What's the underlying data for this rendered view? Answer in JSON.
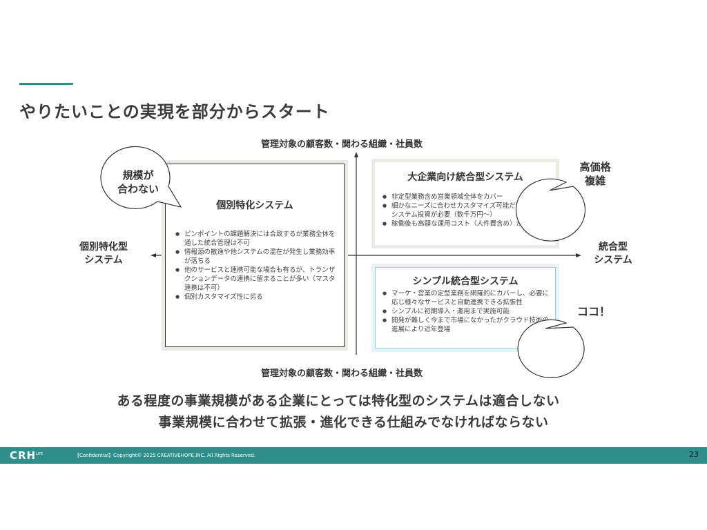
{
  "slide": {
    "title": "やりたいことの実現を部分からスタート",
    "axis_top": "管理対象の顧客数・関わる組織・社員数",
    "axis_bottom": "管理対象の顧客数・関わる組織・社員数",
    "left_label": [
      "個別特化型",
      "システム"
    ],
    "right_label": [
      "統合型",
      "システム"
    ]
  },
  "quadrants": {
    "left": {
      "title": "個別特化システム",
      "bullets": [
        "ピンポイントの課題解決には合致するが業務全体を通した統合管理は不可",
        "情報源の散逸や他システムの混在が発生し業務効率が落ちる",
        "他のサービスと連携可能な場合も有るが、トランザクションデータの連携に留まることが多い（マスタ連携は不可）",
        "個別カスタマイズ性に劣る"
      ]
    },
    "top_right": {
      "title": "大企業向け統合型システム",
      "bullets": [
        "非定型業務含め営業領域全体をカバー",
        "細かなニーズに合わせカスタマイズ可能だが、高額なシステム投資が必要（数千万円〜）",
        "稼働後も高額な運用コスト（人件費含め）が発生"
      ]
    },
    "bottom_right": {
      "title": "シンプル統合型システム",
      "bullets": [
        "マーケ・営業の定型業務を網羅的にカバーし、必要に応じ様々なサービスと自動連携できる拡張性",
        "シンプルに初期導入・運用まで実施可能",
        "開発が難しく今まで市場になかったがクラウド技術の進展により近年登場"
      ]
    }
  },
  "bubbles": {
    "left": [
      "規模が",
      "合わない"
    ],
    "top_right": [
      "高価格",
      "複雑"
    ],
    "bottom_right": [
      "ココ！"
    ]
  },
  "summary": [
    "ある程度の事業規模がある企業にとっては特化型のシステムは適合しない",
    "事業規模に合わせて拡張・進化できる仕組みでなければならない"
  ],
  "footer": {
    "logo": "CRH",
    "logo_sub": "LIFE",
    "copyright": "【Confidential】Copyright© 2025 CREATIVEHOPE,INC. All Rights Reserved.",
    "page": "23"
  },
  "colors": {
    "accent": "#2f8f8a",
    "highlight_border": "#8fd2d8"
  }
}
